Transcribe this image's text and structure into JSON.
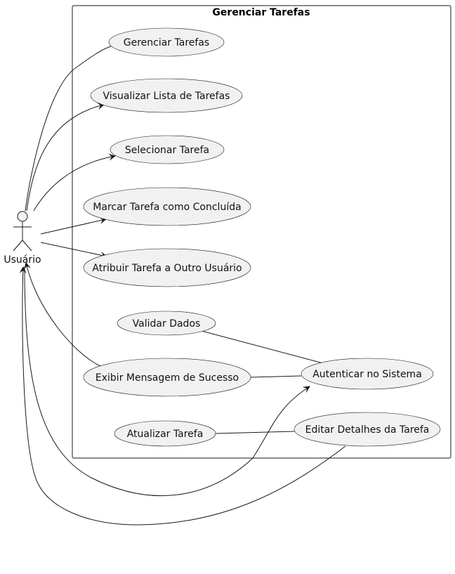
{
  "system": {
    "title": "Gerenciar Tarefas"
  },
  "actor": {
    "name": "Usuário"
  },
  "use_cases": [
    {
      "id": "uc1",
      "label": "Gerenciar Tarefas"
    },
    {
      "id": "uc2",
      "label": "Visualizar Lista de Tarefas"
    },
    {
      "id": "uc3",
      "label": "Selecionar Tarefa"
    },
    {
      "id": "uc4",
      "label": "Marcar Tarefa como Concluída"
    },
    {
      "id": "uc5",
      "label": "Atribuir Tarefa a Outro Usuário"
    },
    {
      "id": "uc6",
      "label": "Validar Dados"
    },
    {
      "id": "uc7",
      "label": "Exibir Mensagem de Sucesso"
    },
    {
      "id": "uc8",
      "label": "Autenticar no Sistema"
    },
    {
      "id": "uc9",
      "label": "Atualizar Tarefa"
    },
    {
      "id": "uc10",
      "label": "Editar Detalhes da Tarefa"
    }
  ],
  "relations": [
    {
      "from": "actor",
      "to": "uc1",
      "arrow": false
    },
    {
      "from": "actor",
      "to": "uc2",
      "arrow": true
    },
    {
      "from": "actor",
      "to": "uc3",
      "arrow": true
    },
    {
      "from": "actor",
      "to": "uc4",
      "arrow": true
    },
    {
      "from": "actor",
      "to": "uc5",
      "arrow": true
    },
    {
      "from": "uc7",
      "to": "actor",
      "arrow": true
    },
    {
      "from": "actor",
      "to": "uc8",
      "arrow": true
    },
    {
      "from": "uc10",
      "to": "actor",
      "arrow": true
    },
    {
      "from": "uc6",
      "to": "uc8",
      "arrow": false
    },
    {
      "from": "uc7",
      "to": "uc8",
      "arrow": false
    },
    {
      "from": "uc9",
      "to": "uc10",
      "arrow": false
    }
  ]
}
